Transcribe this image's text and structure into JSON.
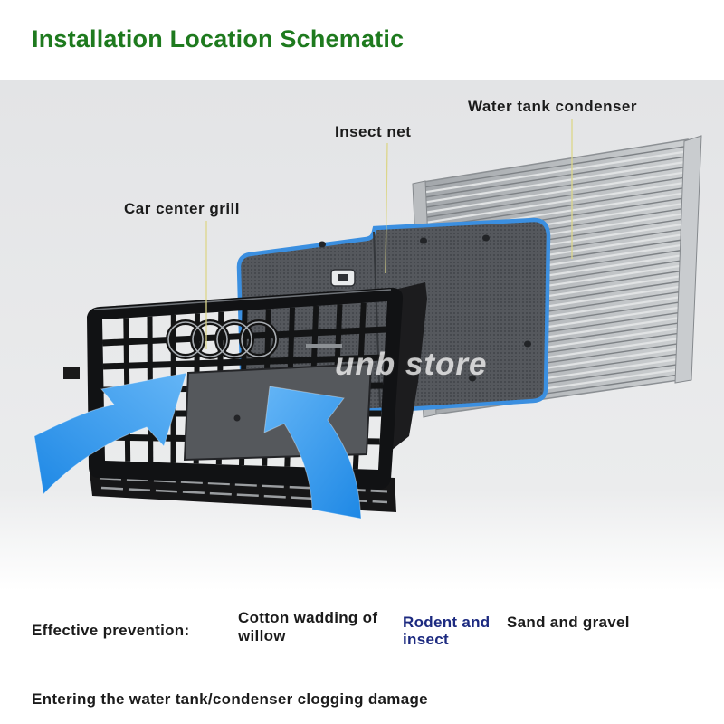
{
  "title": "Installation Location Schematic",
  "labels": {
    "condenser": "Water tank condenser",
    "insect_net": "Insect net",
    "grill": "Car center grill"
  },
  "watermark": "unb store",
  "prevention": {
    "heading": "Effective prevention:",
    "items": [
      {
        "text": "Cotton wadding of willow"
      },
      {
        "text": "Rodent and insect"
      },
      {
        "text": "Sand and gravel"
      }
    ]
  },
  "footer": "Entering the water tank/condenser clogging damage",
  "colors": {
    "title": "#1e7a1e",
    "text": "#1b1b1b",
    "rodent_text": "#1c2a80",
    "arrow": "#1e88e5",
    "net_border": "#3b8fe0"
  }
}
